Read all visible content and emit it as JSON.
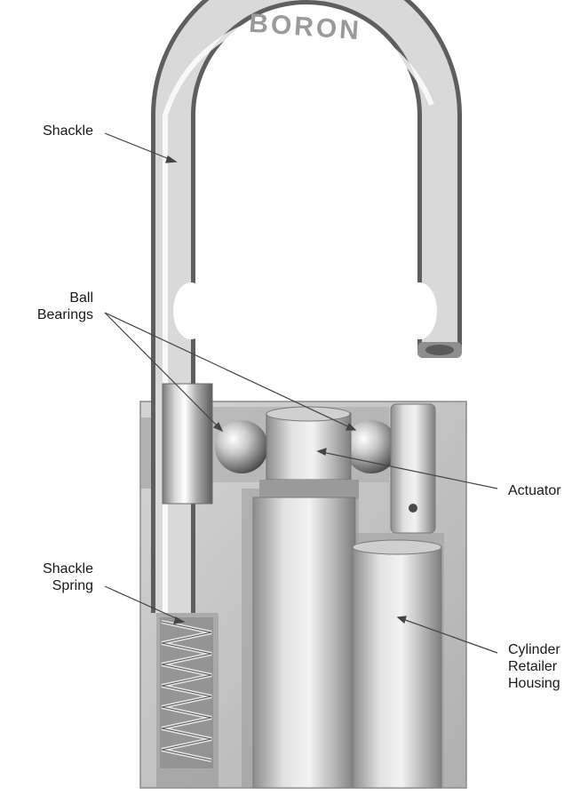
{
  "brand_engraving": "BORON",
  "labels": {
    "shackle": [
      "Shackle"
    ],
    "ball_bearings": [
      "Ball",
      "Bearings"
    ],
    "actuator": [
      "Actuator"
    ],
    "shackle_spring": [
      "Shackle",
      "Spring"
    ],
    "cylinder_housing": [
      "Cylinder",
      "Retailer",
      "Housing"
    ]
  },
  "colors": {
    "metal_light": "#e9e9e9",
    "metal_mid": "#b8b8b8",
    "metal_dark": "#6f6f6f",
    "leader": "#444444",
    "text": "#1a1a1a"
  }
}
